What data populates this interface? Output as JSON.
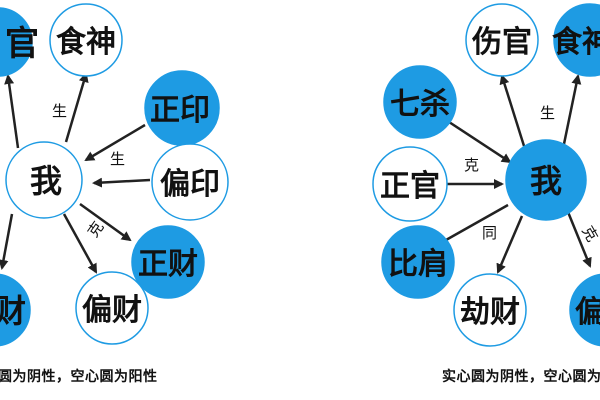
{
  "colors": {
    "yin_fill": "#1e9be3",
    "yang_fill": "#ffffff",
    "stroke": "#1e9be3",
    "arrow": "#222222",
    "text": "#111111"
  },
  "left_diagram": {
    "center": {
      "label": "我",
      "filled": false
    },
    "nodes": [
      {
        "id": "guan",
        "label": "官",
        "filled": true
      },
      {
        "id": "shishen",
        "label": "食神",
        "filled": false
      },
      {
        "id": "zhengyin",
        "label": "正印",
        "filled": true
      },
      {
        "id": "pianyin",
        "label": "偏印",
        "filled": false
      },
      {
        "id": "zhengcai",
        "label": "正财",
        "filled": true
      },
      {
        "id": "piancai",
        "label": "偏财",
        "filled": false
      },
      {
        "id": "cai",
        "label": "财",
        "filled": true
      }
    ],
    "relation_labels": {
      "sheng_top": "生",
      "sheng_right": "生",
      "ke": "克"
    },
    "caption": "圆为阴性，空心圆为阳性"
  },
  "right_diagram": {
    "center": {
      "label": "我",
      "filled": true
    },
    "nodes": [
      {
        "id": "shangguan",
        "label": "伤官",
        "filled": false
      },
      {
        "id": "shishen",
        "label": "食神",
        "filled": true
      },
      {
        "id": "qisha",
        "label": "七杀",
        "filled": true
      },
      {
        "id": "zhengguan",
        "label": "正官",
        "filled": false
      },
      {
        "id": "bijian",
        "label": "比肩",
        "filled": true
      },
      {
        "id": "jiecai",
        "label": "劫财",
        "filled": false
      },
      {
        "id": "pian",
        "label": "偏",
        "filled": true
      }
    ],
    "relation_labels": {
      "sheng_top": "生",
      "ke_left": "克",
      "tong": "同",
      "ke_right": "克"
    },
    "caption": "实心圆为阴性，空心圆为"
  }
}
